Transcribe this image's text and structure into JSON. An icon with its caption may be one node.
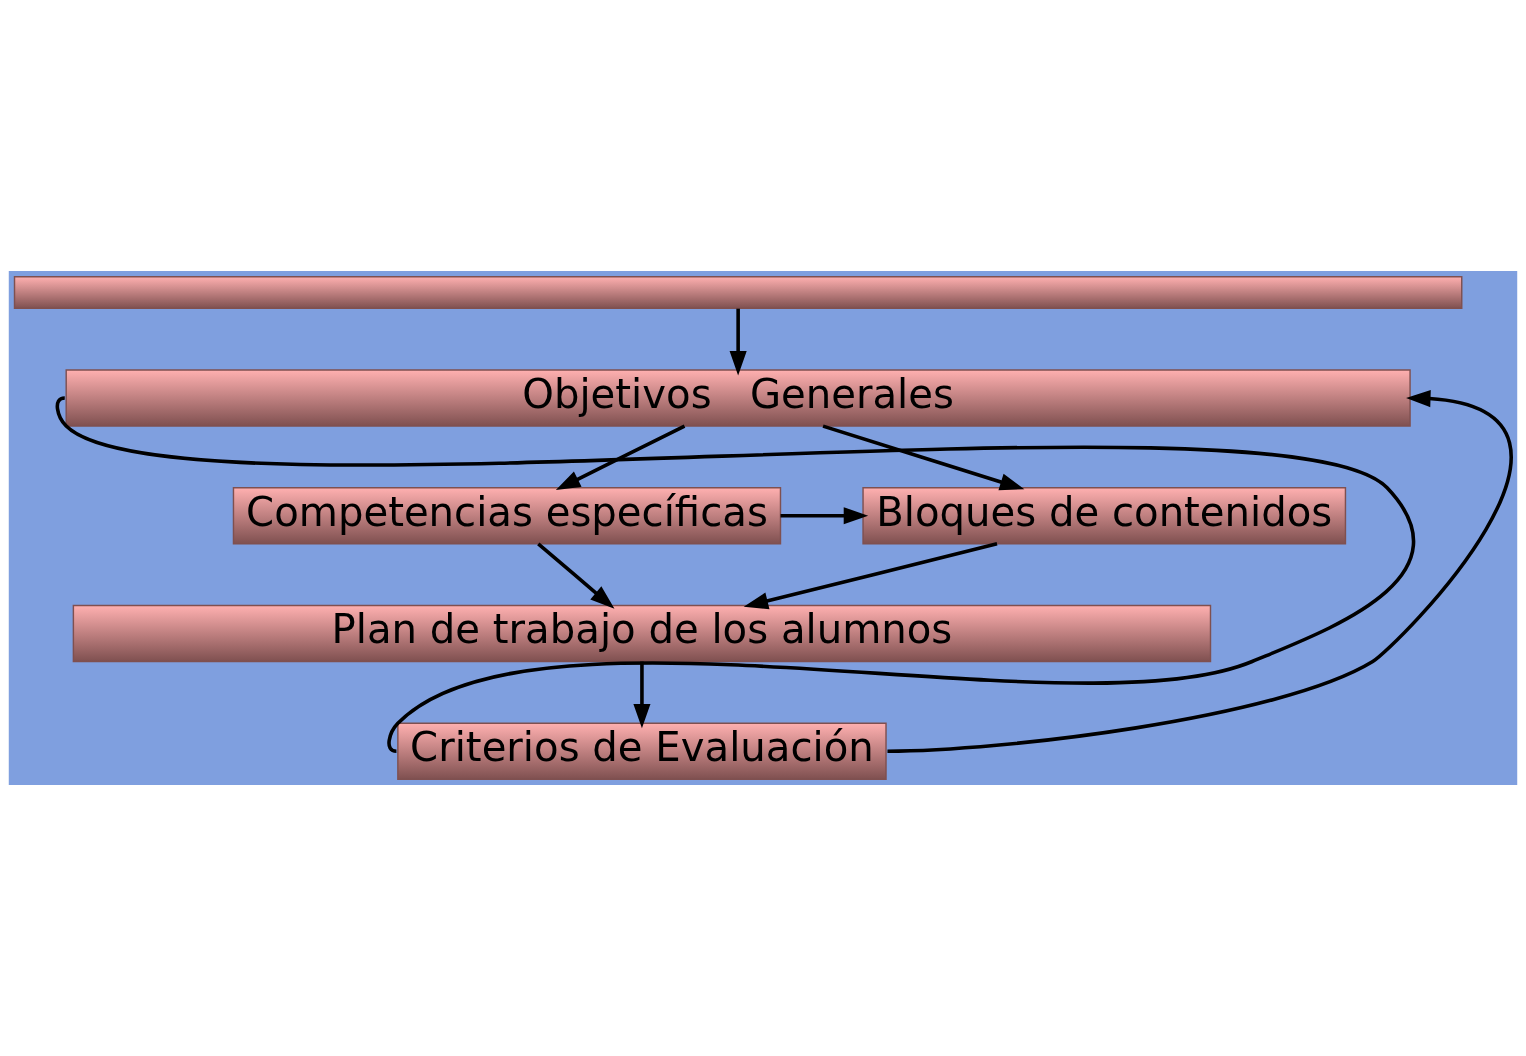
{
  "diagram": {
    "nodes": [
      {
        "text": [],
        "shape": "bar"
      },
      {
        "text": [
          "Objetivos   Generales"
        ]
      },
      {
        "text": [
          "Competencias específicas"
        ]
      },
      {
        "text": [
          "Bloques de contenidos"
        ]
      },
      {
        "text": [
          "Plan de trabajo de los alumnos"
        ]
      },
      {
        "text": [
          "Criterios de Evaluación"
        ]
      }
    ],
    "edges": [
      {
        "from": 0,
        "to": 1,
        "arrow": "to"
      },
      {
        "from": 1,
        "to": 2,
        "arrow": "to"
      },
      {
        "from": 1,
        "to": 3,
        "arrow": "to"
      },
      {
        "from": 2,
        "to": 3,
        "arrow": "to"
      },
      {
        "from": 2,
        "to": 4,
        "arrow": "to"
      },
      {
        "from": 3,
        "to": 4,
        "arrow": "to"
      },
      {
        "from": 4,
        "to": 5,
        "arrow": "to"
      },
      {
        "from": 5,
        "to": 1,
        "arrow": "none"
      },
      {
        "from": 5,
        "to": 1,
        "arrow": "to"
      }
    ]
  }
}
